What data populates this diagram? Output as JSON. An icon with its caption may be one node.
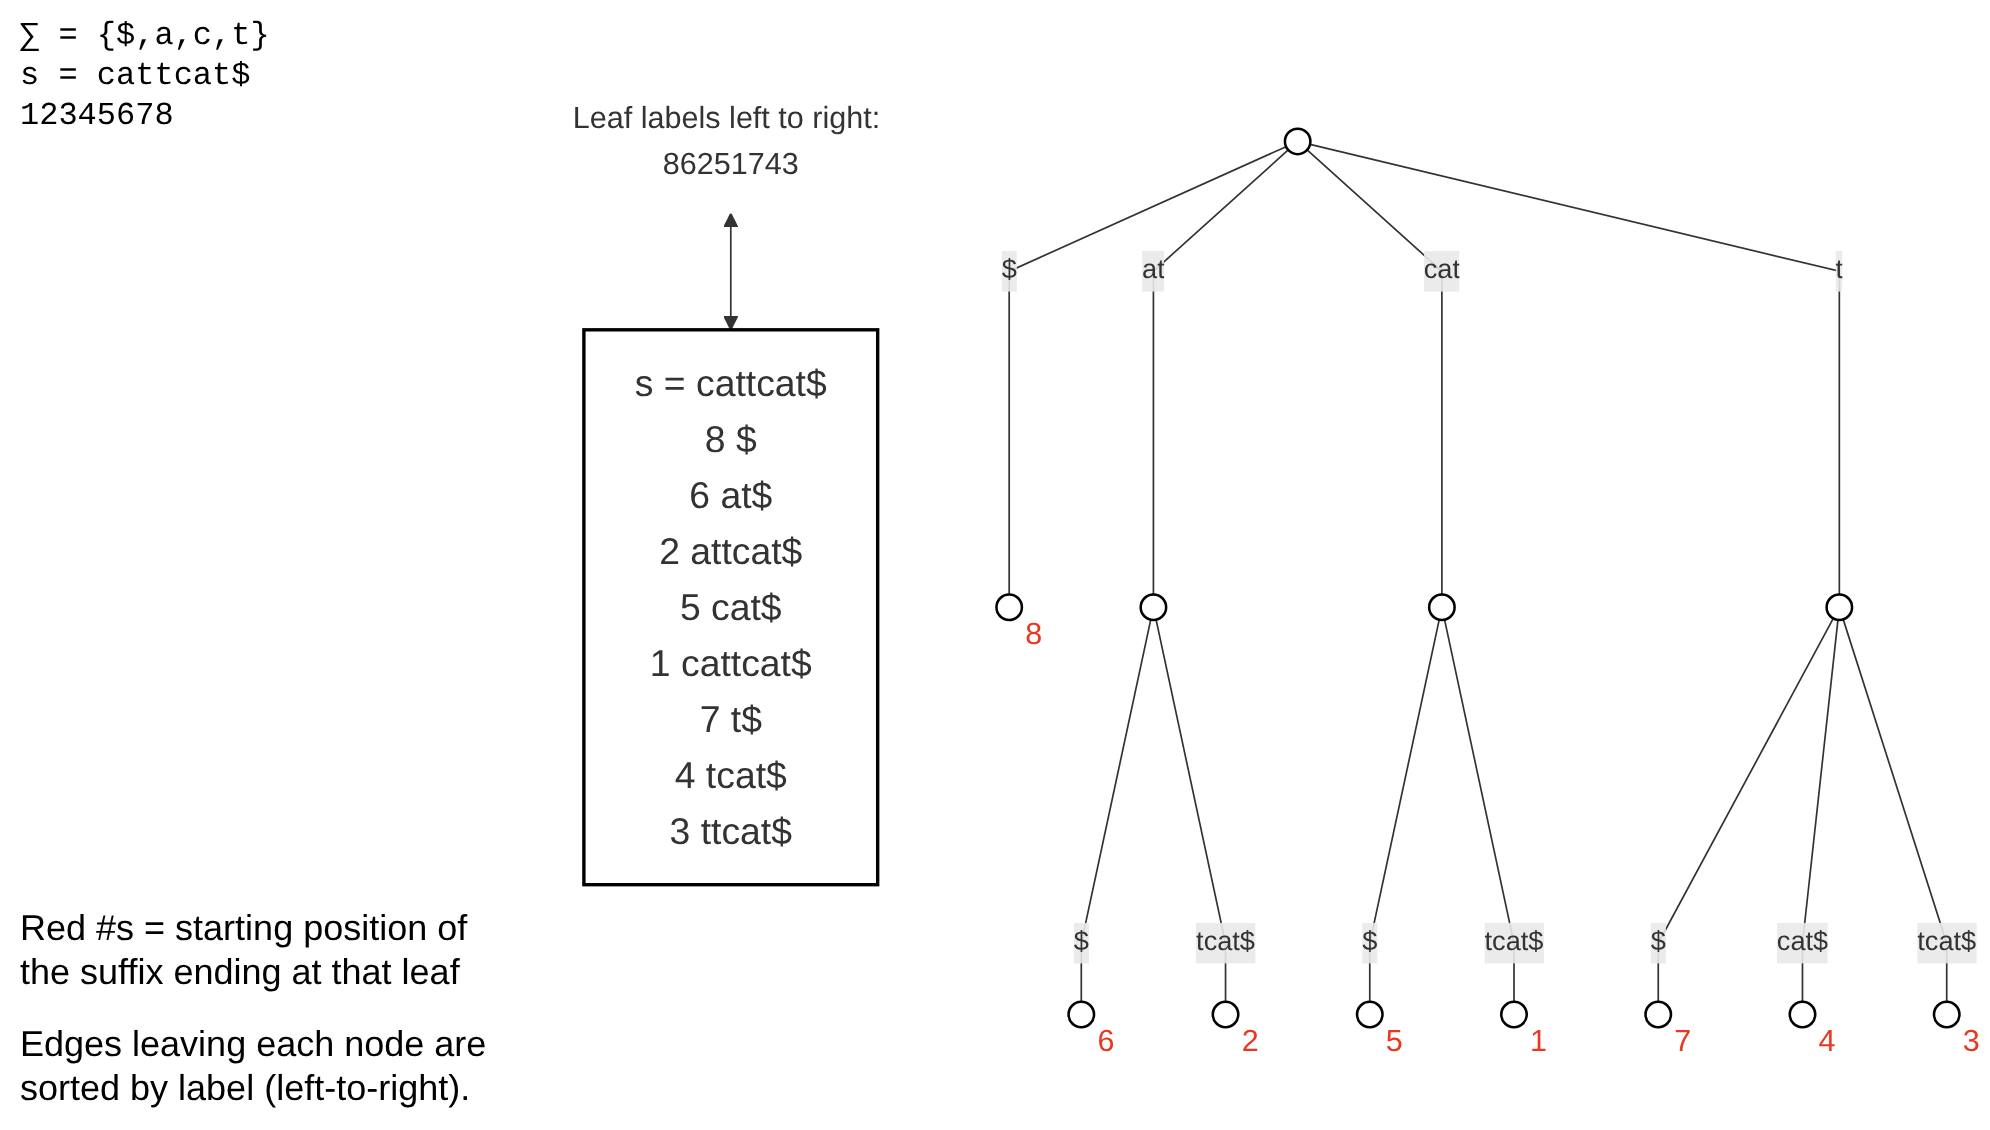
{
  "diagram": {
    "nodes": [
      {
        "text": [],
        "shape": "circle"
      },
      {
        "text": [],
        "shape": "circle",
        "beside": [
          "8"
        ]
      },
      {
        "text": [],
        "shape": "circle"
      },
      {
        "text": [],
        "shape": "circle",
        "beside": [
          "6"
        ]
      },
      {
        "text": [],
        "shape": "circle",
        "beside": [
          "2"
        ]
      },
      {
        "text": [],
        "shape": "circle"
      },
      {
        "text": [],
        "shape": "circle",
        "beside": [
          "5"
        ]
      },
      {
        "text": [],
        "shape": "circle",
        "beside": [
          "1"
        ]
      },
      {
        "text": [],
        "shape": "circle"
      },
      {
        "text": [],
        "shape": "circle",
        "beside": [
          "7"
        ]
      },
      {
        "text": [],
        "shape": "circle",
        "beside": [
          "4"
        ]
      },
      {
        "text": [],
        "shape": "circle",
        "beside": [
          "3"
        ]
      },
      {
        "text": [
          "Leaf labels left to right: 86251743"
        ]
      },
      {
        "text": [
          "s = cattcat$",
          "8",
          "$",
          "6",
          "at$",
          "2",
          "attcat$",
          "5",
          "cat$",
          "1",
          "cattcat$",
          "7",
          "t$",
          "4",
          "tcat$",
          "3",
          "ttcat$"
        ]
      }
    ],
    "edges": [
      {
        "from": 0,
        "to": 1,
        "arrow": "none",
        "label": "$"
      },
      {
        "from": 0,
        "to": 2,
        "arrow": "none",
        "label": "at"
      },
      {
        "from": 2,
        "to": 3,
        "arrow": "none",
        "label": "$"
      },
      {
        "from": 2,
        "to": 4,
        "arrow": "none",
        "label": "tcat$"
      },
      {
        "from": 0,
        "to": 5,
        "arrow": "none",
        "label": "cat"
      },
      {
        "from": 5,
        "to": 6,
        "arrow": "none",
        "label": "$"
      },
      {
        "from": 5,
        "to": 7,
        "arrow": "none",
        "label": "tcat$"
      },
      {
        "from": 0,
        "to": 8,
        "arrow": "none",
        "label": "t"
      },
      {
        "from": 8,
        "to": 9,
        "arrow": "none",
        "label": "$"
      },
      {
        "from": 8,
        "to": 10,
        "arrow": "none",
        "label": "cat$"
      },
      {
        "from": 8,
        "to": 11,
        "arrow": "none",
        "label": "tcat$"
      },
      {
        "from": 12,
        "to": 13,
        "arrow": "both"
      }
    ],
    "labels": [
      "∑ = {$,a,c,t}",
      "s = cattcat$",
      "12345678",
      "Red #s = starting position of the suffix ending at that leaf",
      "Edges leaving each node are sorted by label (left-to-right)."
    ]
  }
}
